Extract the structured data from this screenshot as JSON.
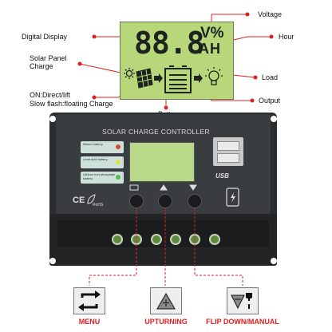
{
  "labels": {
    "voltage": "Voltage",
    "digital_display": "Digital Display",
    "hour": "Hour",
    "solar_panel": "Solar Panel",
    "charge": "Charge",
    "load": "Load",
    "on_direct": "ON:Direct/lift",
    "slow_flash": "Slow flash:floating Charge",
    "output": "Output",
    "battery": "Battery"
  },
  "lcd": {
    "digits": "88.8",
    "unit_top": "V%",
    "unit_bottom": "AH"
  },
  "device": {
    "title": "SOLAR CHARGE CONTROLLER",
    "battery_types": [
      {
        "label": "lithium battery",
        "dot_color": "#e0452f"
      },
      {
        "label": "Lead acid battery",
        "dot_color": "#d7e24a"
      },
      {
        "label": "Lithium iron phosphate battery",
        "dot_color": "#4fbf4f"
      }
    ],
    "usb_label": "USB",
    "ce": "CE",
    "rohs": "RoHS"
  },
  "buttons": [
    {
      "caption": "MENU",
      "icon": "menu-cycle-icon"
    },
    {
      "caption": "UPTURNING",
      "icon": "up-arrow-icon"
    },
    {
      "caption": "FLIP DOWN/MANUAL",
      "icon": "down-manual-icon"
    }
  ],
  "colors": {
    "caption_red": "#e02020",
    "callout_red": "#e02020",
    "lcd_green": "#b7d77a",
    "device_body": "#2b2e30"
  }
}
